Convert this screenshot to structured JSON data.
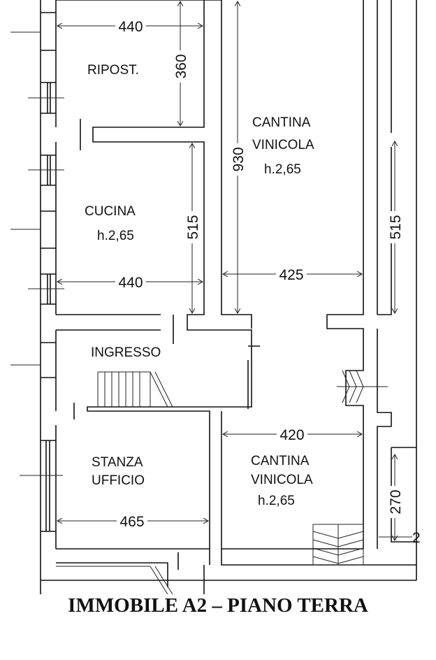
{
  "rooms": {
    "ripost": "RIPOST.",
    "cucina": "CUCINA",
    "cucina_h": "h.2,65",
    "cantina1_a": "CANTINA",
    "cantina1_b": "VINICOLA",
    "cantina1_h": "h.2,65",
    "ingresso": "INGRESSO",
    "stanza_a": "STANZA",
    "stanza_b": "UFFICIO",
    "cantina2_a": "CANTINA",
    "cantina2_b": "VINICOLA",
    "cantina2_h": "h.2,65"
  },
  "dimensions": {
    "ripost_width": "440",
    "ripost_depth": "360",
    "cantina1_depth": "930",
    "cucina_depth": "515",
    "cucina_width": "440",
    "cantina1_width": "425",
    "right_depth": "515",
    "cantina2_width": "420",
    "stanza_width": "465",
    "right_lower_depth": "270",
    "partial": "2"
  },
  "title": "IMMOBILE A2 – PIANO TERRA"
}
